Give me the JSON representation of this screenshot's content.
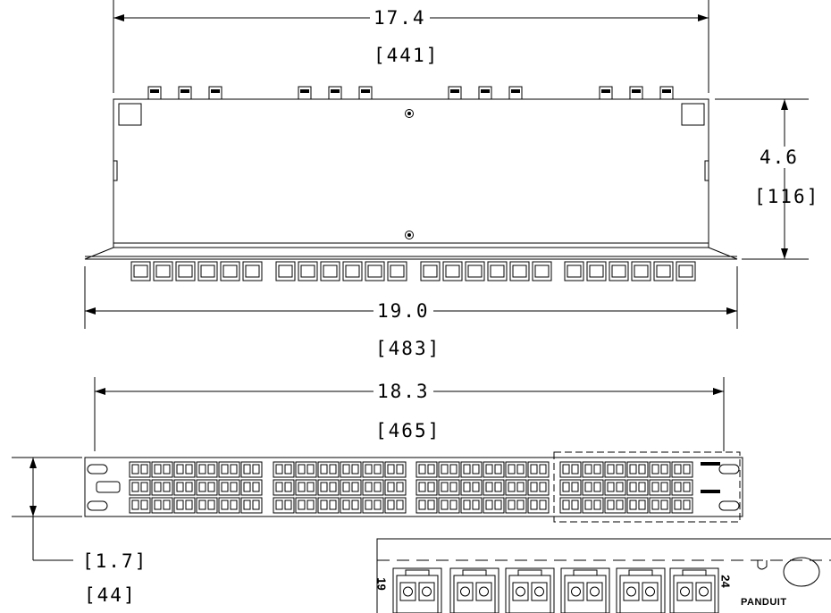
{
  "dimensions": {
    "top_width": {
      "inches": "17.4",
      "mm": "441"
    },
    "rear_height": {
      "inches": "4.6",
      "mm": "116"
    },
    "overall_width": {
      "inches": "19.0",
      "mm": "483"
    },
    "front_width": {
      "inches": "18.3",
      "mm": "465"
    },
    "panel_height": {
      "inches": "1.7",
      "mm": "44"
    }
  },
  "detail": {
    "port_start": "19",
    "port_end": "24",
    "brand": "PANDUIT"
  }
}
